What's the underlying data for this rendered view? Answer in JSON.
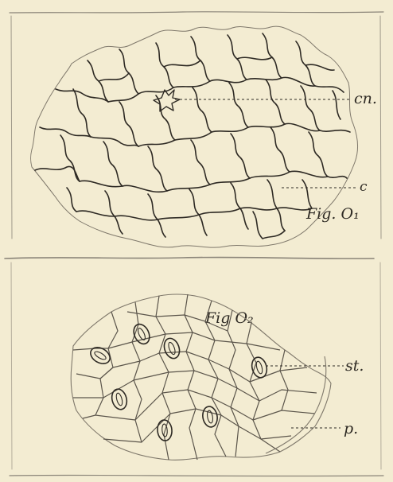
{
  "figures": {
    "fig_o1": {
      "caption": "Fig. O₁",
      "labels": {
        "cn": "cn.",
        "c": "c"
      }
    },
    "fig_o2": {
      "caption": "Fig O₂",
      "labels": {
        "st": "st.",
        "p": "p."
      }
    }
  },
  "colors": {
    "paper": "#f3ecd2",
    "ink_dark": "#2e2a24",
    "ink_light": "#7f786b",
    "frame": "#8a8478"
  }
}
